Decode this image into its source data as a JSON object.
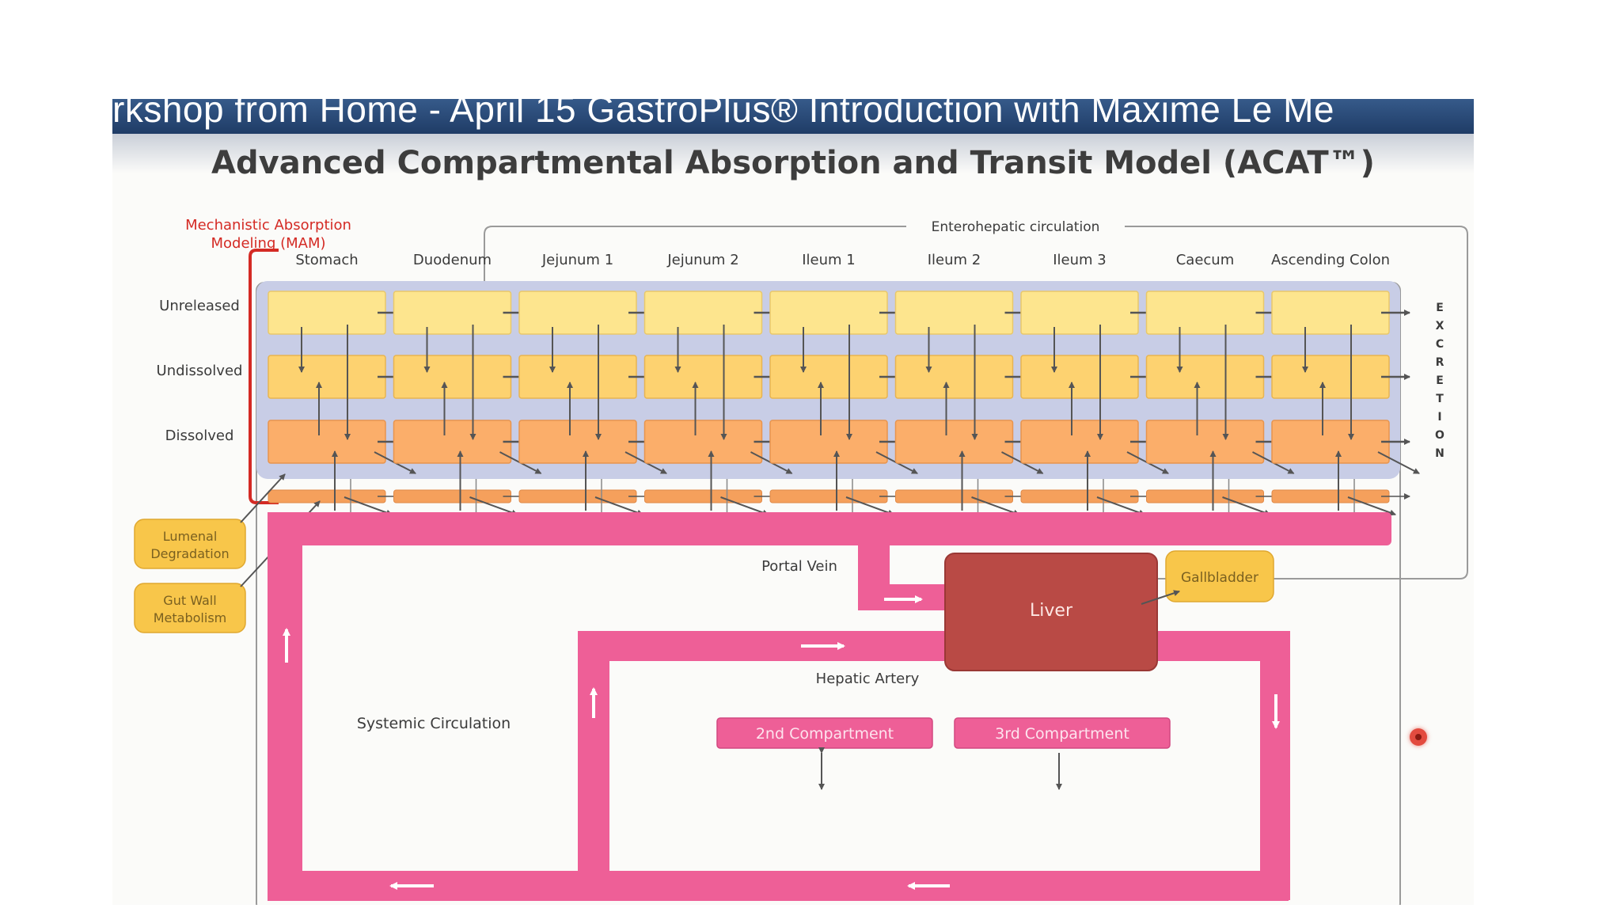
{
  "banner_text": "rkshop from Home - April 15 GastroPlus® Introduction with Maxime Le Me",
  "title": "Advanced Compartmental Absorption and Transit Model (ACAT™)",
  "mam_label": [
    "Mechanistic Absorption",
    "Modeling (MAM)"
  ],
  "enterohepatic_label": "Enterohepatic circulation",
  "compartments": [
    "Stomach",
    "Duodenum",
    "Jejunum 1",
    "Jejunum 2",
    "Ileum 1",
    "Ileum 2",
    "Ileum 3",
    "Caecum",
    "Ascending Colon"
  ],
  "states": [
    "Unreleased",
    "Undissolved",
    "Dissolved"
  ],
  "excretion_label": [
    "E",
    "X",
    "C",
    "R",
    "E",
    "T",
    "I",
    "O",
    "N"
  ],
  "side_boxes": [
    {
      "lines": [
        "Lumenal",
        "Degradation"
      ]
    },
    {
      "lines": [
        "Gut Wall",
        "Metabolism"
      ]
    }
  ],
  "portal_vein_label": "Portal Vein",
  "liver_label": "Liver",
  "gallbladder_label": "Gallbladder",
  "hepatic_artery_label": "Hepatic Artery",
  "systemic_circulation_label": "Systemic Circulation",
  "compartment2_label": "2nd Compartment",
  "compartment3_label": "3rd Compartment",
  "colors": {
    "unreleased": "#fde58e",
    "undissolved": "#fdd270",
    "dissolved": "#fbae6a",
    "gut_wall": "#f5a05c",
    "lumen_bg": "#c8cde6",
    "blood": "#ee5f97",
    "liver": "#b94a45",
    "gallbladder": "#f8c64a",
    "side_box": "#f8c64a",
    "mam_bracket": "#d42a24"
  }
}
